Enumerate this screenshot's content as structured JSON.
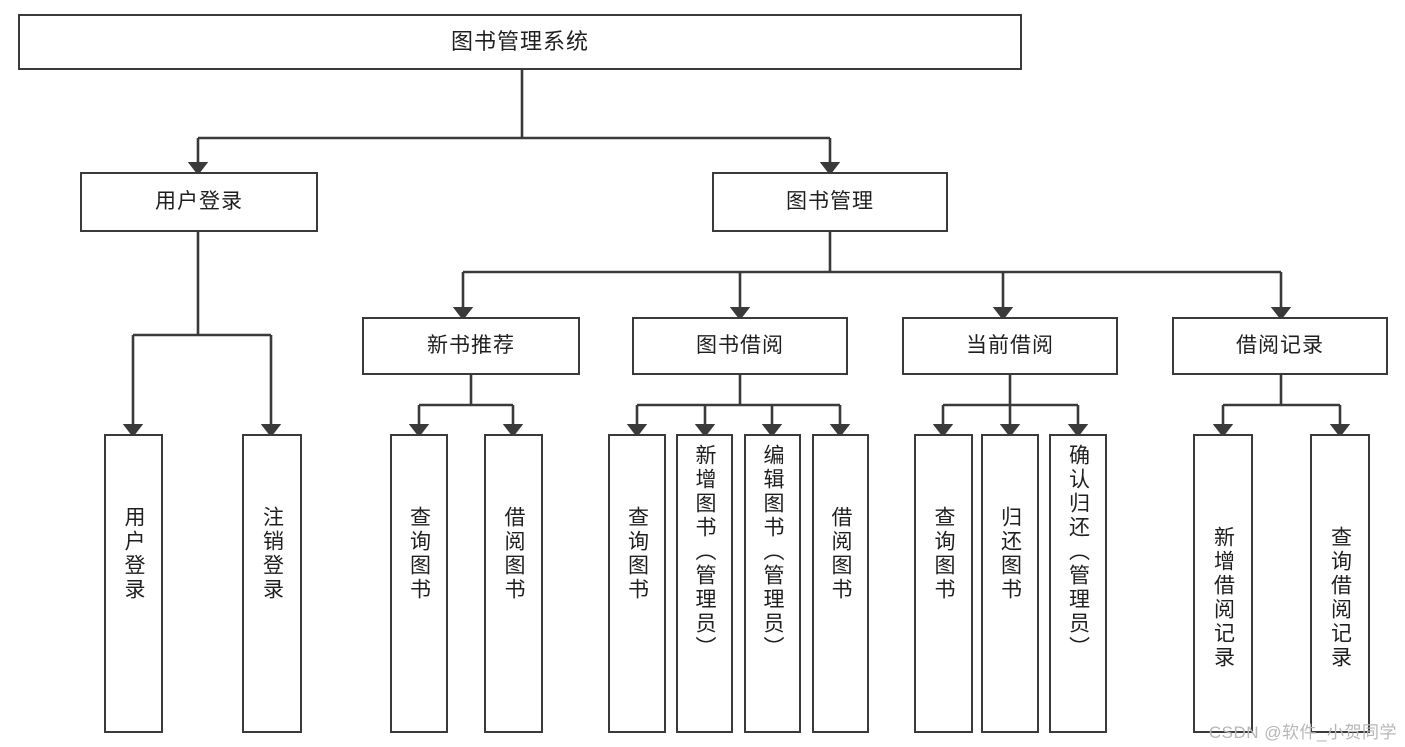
{
  "diagram": {
    "title": "图书管理系统",
    "type": "tree",
    "watermark": "CSDN @软件_小贺同学",
    "colors": {
      "node_border": "#3a3a3a",
      "node_fill": "#ffffff",
      "connector": "#3a3a3a",
      "text": "#1f1f1f",
      "watermark": "#b7b7b7",
      "background": "#ffffff"
    },
    "nodes": {
      "root": {
        "label": "图书管理系统"
      },
      "level2": [
        {
          "id": "user-login",
          "label": "用户登录"
        },
        {
          "id": "book-manage",
          "label": "图书管理"
        }
      ],
      "level3": [
        {
          "id": "new-book-recommend",
          "label": "新书推荐"
        },
        {
          "id": "book-borrow",
          "label": "图书借阅"
        },
        {
          "id": "current-borrow",
          "label": "当前借阅"
        },
        {
          "id": "borrow-record",
          "label": "借阅记录"
        }
      ],
      "leaves": {
        "user-login": [
          {
            "id": "leaf-user-login",
            "label": "用户登录"
          },
          {
            "id": "leaf-logout-login",
            "label": "注销登录"
          }
        ],
        "new-book-recommend": [
          {
            "id": "leaf-query-book-1",
            "label": "查询图书"
          },
          {
            "id": "leaf-borrow-book-1",
            "label": "借阅图书"
          }
        ],
        "book-borrow": [
          {
            "id": "leaf-query-book-2",
            "label": "查询图书"
          },
          {
            "id": "leaf-add-book",
            "label": "新增图书（管理员）"
          },
          {
            "id": "leaf-edit-book",
            "label": "编辑图书（管理员）"
          },
          {
            "id": "leaf-borrow-book-2",
            "label": "借阅图书"
          }
        ],
        "current-borrow": [
          {
            "id": "leaf-query-book-3",
            "label": "查询图书"
          },
          {
            "id": "leaf-return-book",
            "label": "归还图书"
          },
          {
            "id": "leaf-confirm-return",
            "label": "确认归还（管理员）"
          }
        ],
        "borrow-record": [
          {
            "id": "leaf-add-record",
            "label": "新增借阅记录"
          },
          {
            "id": "leaf-query-record",
            "label": "查询借阅记录"
          }
        ]
      }
    }
  }
}
